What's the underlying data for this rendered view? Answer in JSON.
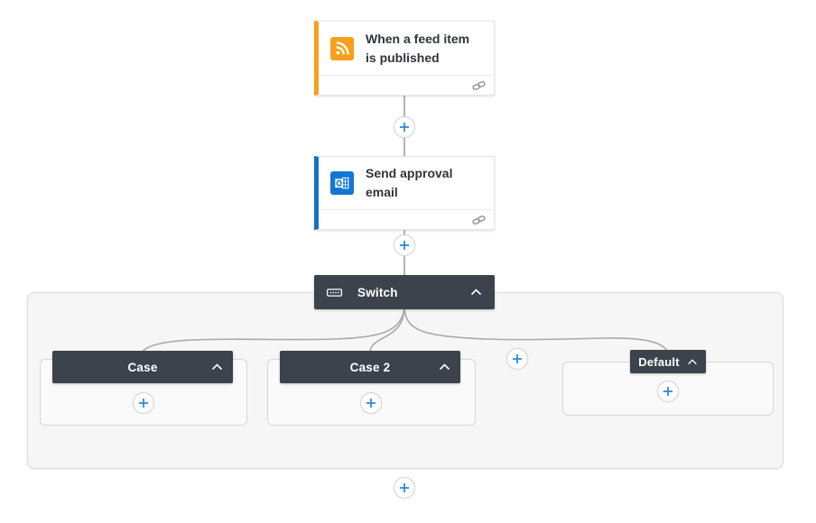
{
  "workflow": {
    "trigger": {
      "title": "When a feed item is published",
      "icon": "rss-icon",
      "accent_color": "#F8A01B"
    },
    "action": {
      "title": "Send approval email",
      "icon": "outlook-icon",
      "accent_color": "#1272C8"
    },
    "switch": {
      "label": "Switch",
      "icon": "switch-icon",
      "header_color": "#3D434C",
      "collapsed": false
    },
    "cases": [
      {
        "label": "Case"
      },
      {
        "label": "Case 2"
      },
      {
        "label": "Default"
      }
    ]
  },
  "colors": {
    "plus_icon": "#2B88D8",
    "connector": "#A9A9A9",
    "scope_background": "#F6F6F6",
    "case_background": "#FAFAFA",
    "card_title_text": "#30343B"
  }
}
